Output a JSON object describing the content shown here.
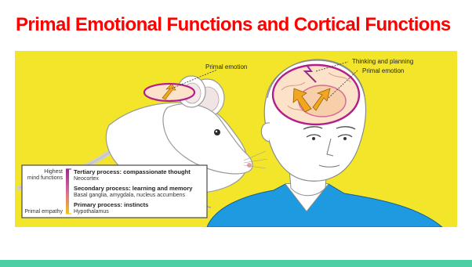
{
  "title": "Primal Emotional Functions and Cortical Functions",
  "figure": {
    "callouts": {
      "rat_primal": "Primal emotion",
      "human_thinking": "Thinking and planning",
      "human_primal": "Primal emotion"
    },
    "legend": {
      "top_label_line1": "Highest",
      "top_label_line2": "mind functions",
      "bottom_label": "Primal empathy",
      "items": [
        {
          "title": "Tertiary process: compassionate thought",
          "detail": "Neocortex",
          "color": "#9b2a8e"
        },
        {
          "title": "Secondary process: learning and memory",
          "detail": "Basal ganglia, amygdala, nucleus accumbens",
          "color": "#d96a9a"
        },
        {
          "title": "Primary process: instincts",
          "detail": "Hypothalamus",
          "color": "#f2c418"
        }
      ]
    }
  },
  "colors": {
    "title": "#ff0000",
    "background_figure": "#f3e62a",
    "footer_bar": "#4ccfa5",
    "shirt": "#1e9be0"
  }
}
